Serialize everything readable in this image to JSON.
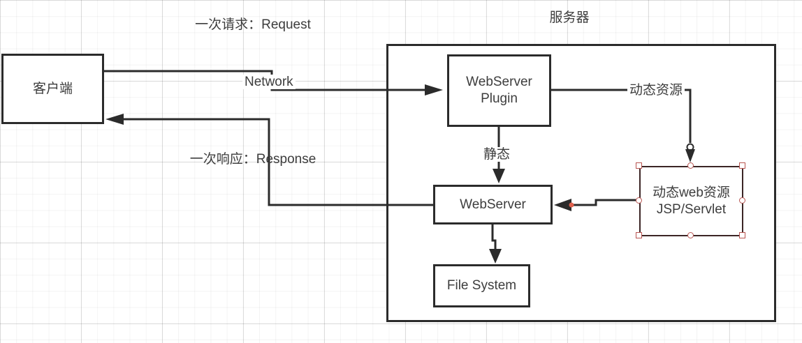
{
  "title": {
    "server": "服务器"
  },
  "nodes": {
    "client": "客户端",
    "plugin_line1": "WebServer",
    "plugin_line2": "Plugin",
    "webserver": "WebServer",
    "filesystem": "File System",
    "jsp_line1": "动态web资源",
    "jsp_line2": "JSP/Servlet"
  },
  "labels": {
    "request": "一次请求：Request",
    "response": "一次响应：Response",
    "network": "Network",
    "static": "静态",
    "dynamic": "动态资源"
  },
  "colors": {
    "line": "#2b2b2b",
    "text": "#3d3d3d",
    "selection_handle": "#b85450",
    "endpoint_dot": "#e0614d",
    "selected_border": "#3b2525",
    "background": "#ffffff"
  }
}
